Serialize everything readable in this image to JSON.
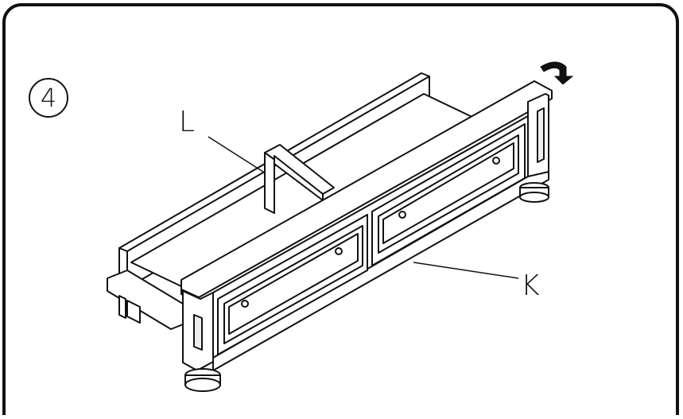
{
  "step": {
    "number": "4"
  },
  "parts": {
    "drawer_box_label": "L",
    "base_frame_label": "K"
  },
  "colors": {
    "line": "#111111",
    "fill": "#ffffff",
    "shade": "#d9d9d9"
  },
  "icons": {
    "rotate": "curved-arrow-down-icon"
  }
}
